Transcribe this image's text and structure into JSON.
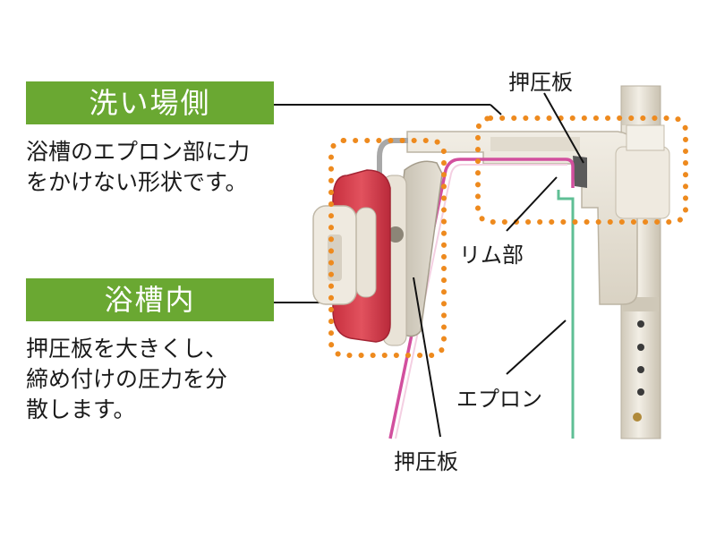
{
  "left_panel": {
    "wash_side": {
      "title": "洗い場側",
      "desc_lines": [
        "浴槽のエプロン部に力",
        "をかけない形状です。"
      ]
    },
    "tub_inside": {
      "title": "浴槽内",
      "desc_lines": [
        "押圧板を大きくし、",
        "締め付けの圧力を分",
        "散します。"
      ]
    }
  },
  "callouts": {
    "pressure_plate_top": "押圧板",
    "rim": "リム部",
    "apron": "エプロン",
    "pressure_plate_bottom": "押圧板"
  },
  "colors": {
    "label_green": "#6aa832",
    "dotted_orange": "#ee8a1e",
    "grip_red": "#d9414e",
    "apron_green": "#5fbf95",
    "pink_plate": "#d24f9e",
    "body_beige": "#ece7dc"
  }
}
